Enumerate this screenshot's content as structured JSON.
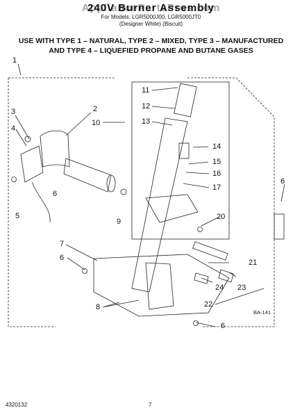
{
  "header": {
    "watermark": "AppliancePartsPros.com",
    "title": "240V Burner Assembly",
    "models_line": "For Models: LGR5000J00, LGR5000JT0",
    "designer_line": "(Designer White)   (Biscuit)"
  },
  "usage": {
    "line1": "USE WITH TYPE 1 – NATURAL, TYPE 2 – MIXED, TYPE 3 – MANUFACTURED",
    "line2": "AND TYPE 4 – LIQUEFIED PROPANE AND BUTANE GASES"
  },
  "callouts": {
    "c1": "1",
    "c2": "2",
    "c3": "3",
    "c4": "4",
    "c5": "5",
    "c6a": "6",
    "c6b": "6",
    "c6c": "6",
    "c6d": "6",
    "c7": "7",
    "c8": "8",
    "c9": "9",
    "c10": "10",
    "c11": "11",
    "c12": "12",
    "c13": "13",
    "c14": "14",
    "c15": "15",
    "c16": "16",
    "c17": "17",
    "c20": "20",
    "c21": "21",
    "c22": "22",
    "c23": "23",
    "c24": "24"
  },
  "figure_code": "BA-141",
  "footer": {
    "doc_number": "4320132",
    "page_number": "7"
  }
}
